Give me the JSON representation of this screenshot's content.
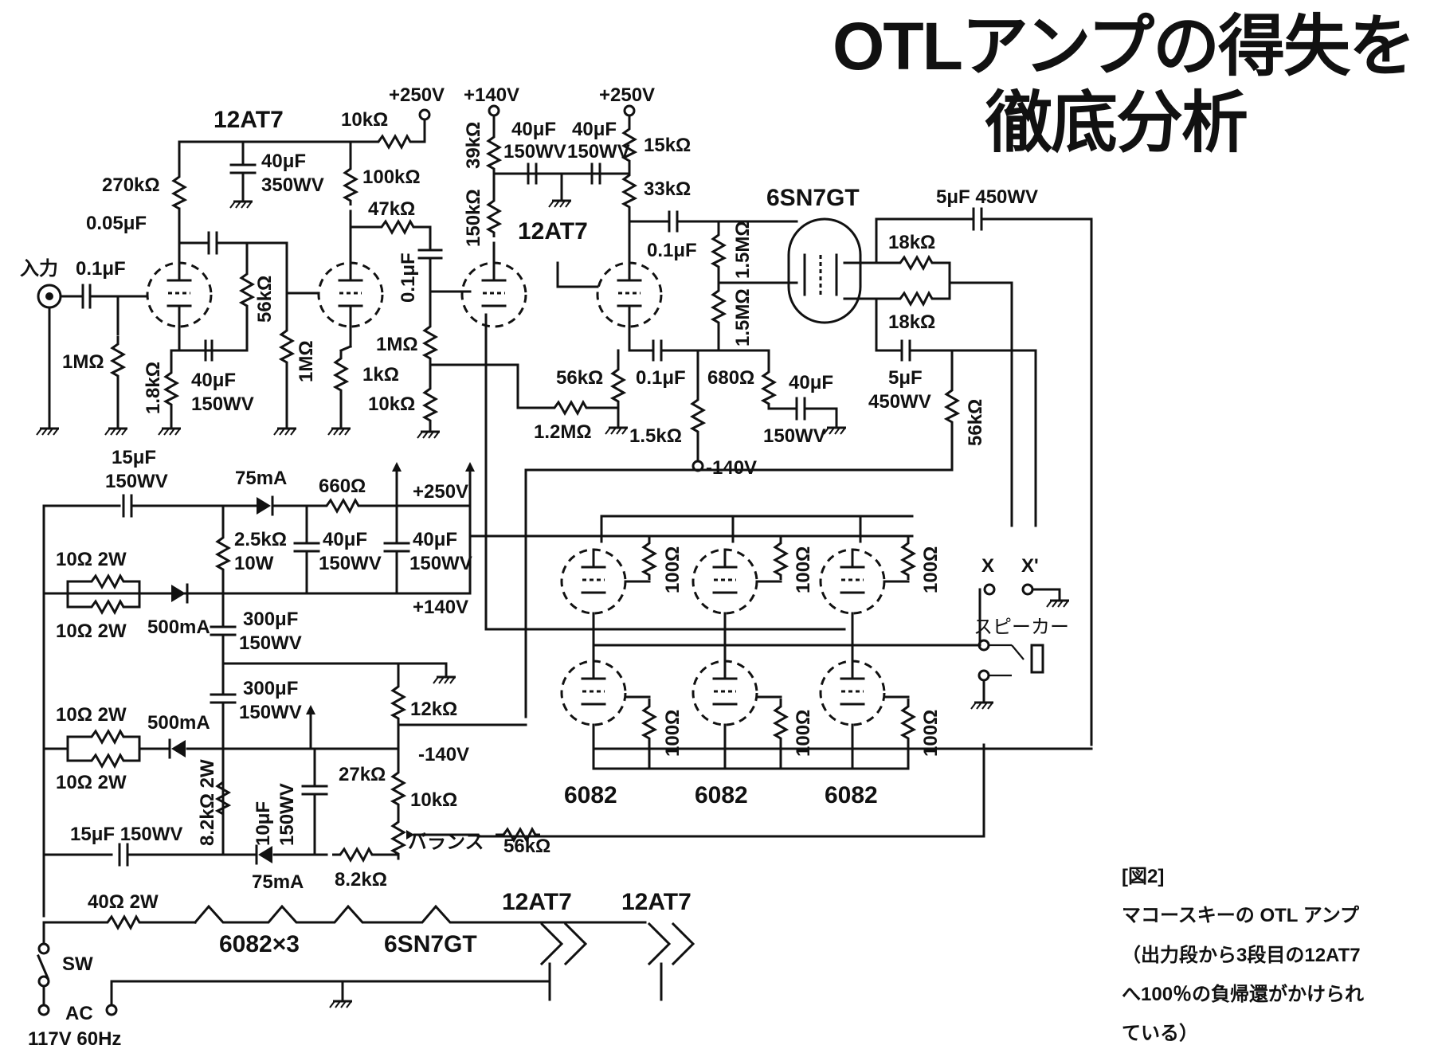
{
  "title": {
    "line1": "OTLアンプの得失を",
    "line2": "徹底分析"
  },
  "caption": {
    "fig": "[図2]",
    "line1": "マコースキーの OTL アンプ",
    "line2": "（出力段から3段目の12AT7",
    "line3": "へ100％の負帰還がかけられ",
    "line4": "ている）"
  },
  "tubes": {
    "v1": "12AT7",
    "v2": "12AT7",
    "v3": "6SN7GT",
    "out1": "6082",
    "out2": "6082",
    "out3": "6082"
  },
  "labels": {
    "input": "入力",
    "c_in": "0.1μF",
    "r_in": "1MΩ",
    "r270k": "270kΩ",
    "c005": "0.05μF",
    "c40_350": "40μF",
    "c40_350_wv": "350WV",
    "r1_8k": "1.8kΩ",
    "c40_150a": "40μF",
    "c40_150a_wv": "150WV",
    "r56k_a": "56kΩ",
    "r1m_b": "1MΩ",
    "r1k": "1kΩ",
    "r10k_top": "10kΩ",
    "v250_a": "+250V",
    "r100k": "100kΩ",
    "r47k": "47kΩ",
    "c01_b": "0.1μF",
    "r1m_c": "1MΩ",
    "r10k_c": "10kΩ",
    "v140_top": "+140V",
    "r39k": "39kΩ",
    "r150k": "150kΩ",
    "c40_b": "40μF",
    "c40_b_wv": "150WV",
    "c40_c": "40μF",
    "c40_c_wv": "150WV",
    "v250_b": "+250V",
    "r15k": "15kΩ",
    "r33k": "33kΩ",
    "c01_c": "0.1μF",
    "r1_5m_a": "1.5MΩ",
    "r1_5m_b": "1.5MΩ",
    "r56k_b": "56kΩ",
    "c01_d": "0.1μF",
    "r1_2m": "1.2MΩ",
    "r1_5k": "1.5kΩ",
    "v_neg140": "-140V",
    "r680": "680Ω",
    "c40_d": "40μF",
    "c40_d_wv": "150WV",
    "c5_a": "5μF 450WV",
    "r18k_a": "18kΩ",
    "r18k_b": "18kΩ",
    "c5_b": "5μF",
    "c5_b_wv": "450WV",
    "r56k_c": "56kΩ",
    "c15_a": "15μF",
    "c15_a_wv": "150WV",
    "d75_a": "75mA",
    "r660": "660Ω",
    "v250_c": "+250V",
    "r2_5k": "2.5kΩ",
    "r2_5k_w": "10W",
    "c40_e": "40μF",
    "c40_e_wv": "150WV",
    "c40_f": "40μF",
    "c40_f_wv": "150WV",
    "r10_a": "10Ω 2W",
    "r10_b": "10Ω 2W",
    "d500_a": "500mA",
    "v140_c": "+140V",
    "c300_a": "300μF",
    "c300_a_wv": "150WV",
    "c300_b": "300μF",
    "c300_b_wv": "150WV",
    "r10_c": "10Ω 2W",
    "r10_d": "10Ω 2W",
    "d500_b": "500mA",
    "r12k": "12kΩ",
    "v_neg140_b": "-140V",
    "r27k": "27kΩ",
    "r10k_bal": "10kΩ",
    "balance": "バランス",
    "r56k_d": "56kΩ",
    "r8_2k_2w": "8.2kΩ 2W",
    "c10": "10μF",
    "c10_wv": "150WV",
    "c15_b": "15μF 150WV",
    "d75_b": "75mA",
    "r8_2k": "8.2kΩ",
    "r40": "40Ω 2W",
    "heater_out": "6082×3",
    "heater_6sn7": "6SN7GT",
    "heater_12at7_a": "12AT7",
    "heater_12at7_b": "12AT7",
    "sw": "SW",
    "ac": "AC",
    "ac_v": "117V 60Hz",
    "r100_1": "100Ω",
    "r100_2": "100Ω",
    "r100_3": "100Ω",
    "r100_4": "100Ω",
    "r100_5": "100Ω",
    "r100_6": "100Ω",
    "x": "X",
    "x2": "X'",
    "speaker": "スピーカー"
  }
}
